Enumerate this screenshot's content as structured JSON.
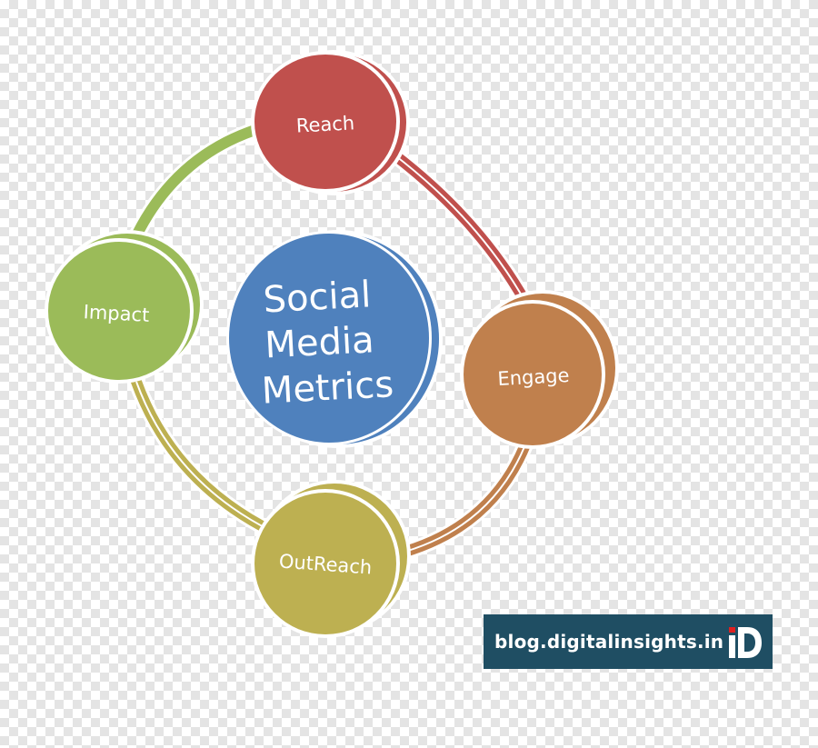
{
  "diagram": {
    "center": {
      "label_lines": [
        "Social",
        "Media",
        "Metrics"
      ],
      "color": "#4f81bd"
    },
    "nodes": [
      {
        "id": "reach",
        "label": "Reach",
        "color": "#c0504d"
      },
      {
        "id": "engage",
        "label": "Engage",
        "color": "#c0804d"
      },
      {
        "id": "outreach",
        "label": "OutReach",
        "color": "#bdb051"
      },
      {
        "id": "impact",
        "label": "Impact",
        "color": "#9bbb59"
      }
    ]
  },
  "watermark": {
    "text": "blog.digitalinsights.in",
    "logo_text": "iD",
    "background": "#1f4e63",
    "accent": "#e02020"
  }
}
